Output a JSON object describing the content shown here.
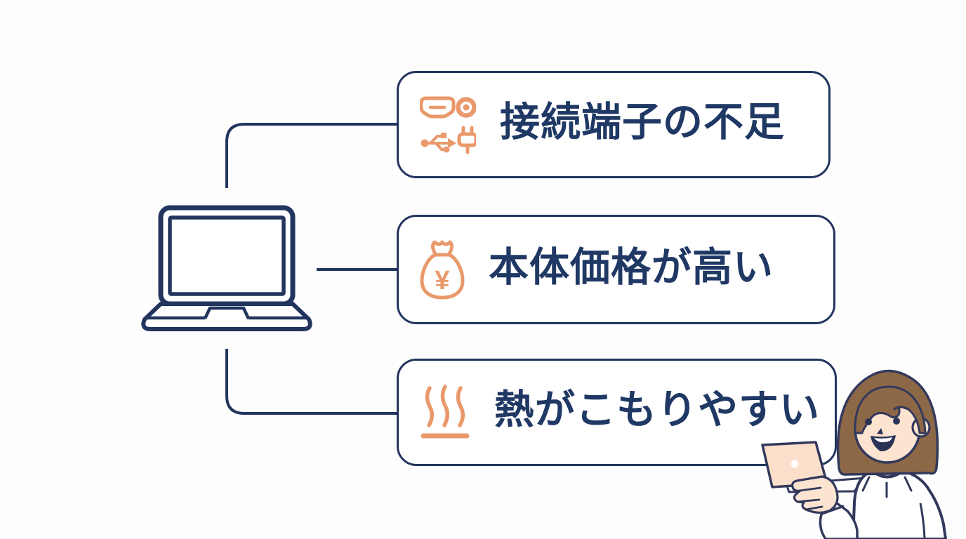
{
  "meta": {
    "kind": "infographic-diagram",
    "language": "ja",
    "topic": "laptop-disadvantages"
  },
  "colors": {
    "background": "#fdfdfe",
    "navy_text": "#1f3864",
    "navy_line": "#22355e",
    "illustration_outline": "#33395c",
    "accent_orange": "#e9996b",
    "skin": "#fce4d0",
    "hair_brown": "#8d6847",
    "held_laptop_peach": "#fbdfca",
    "card_background": "#ffffff"
  },
  "laptop": {
    "icon": "laptop-outline-icon"
  },
  "cards": [
    {
      "label": "接続端子の不足",
      "icon": "ports-icon"
    },
    {
      "label": "本体価格が高い",
      "icon": "money-bag-icon"
    },
    {
      "label": "熱がこもりやすい",
      "icon": "heat-waves-icon"
    }
  ],
  "icons": {
    "yen_symbol": "¥",
    "ports": "hdmi-jack-usb-plug",
    "money": "money-bag-with-yen",
    "heat": "rising-heat-waves"
  },
  "illustration": {
    "figure": "woman-holding-laptop"
  }
}
